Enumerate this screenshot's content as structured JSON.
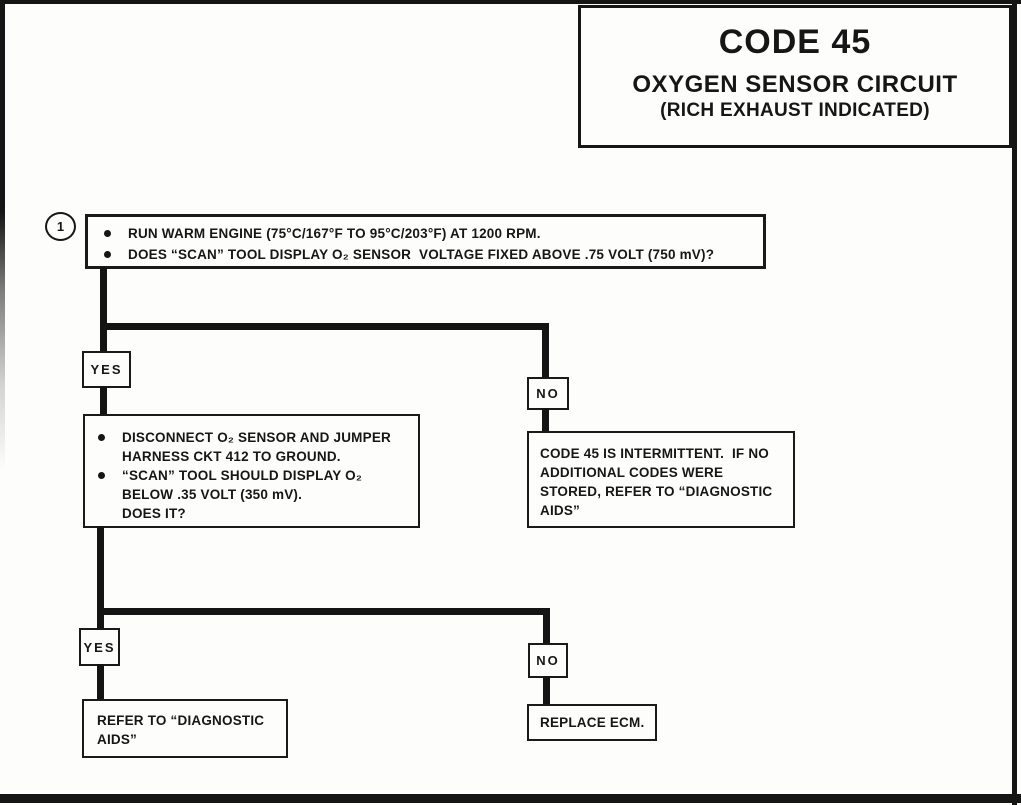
{
  "title_box": {
    "code": "CODE 45",
    "name": "OXYGEN SENSOR CIRCUIT",
    "condition": "(RICH EXHAUST INDICATED)"
  },
  "flow": {
    "step1_marker": "1",
    "step1": {
      "bullets": [
        "RUN WARM ENGINE (75°C/167°F TO 95°C/203°F) AT 1200 RPM.",
        "DOES “SCAN” TOOL DISPLAY O₂ SENSOR  VOLTAGE FIXED ABOVE .75 VOLT (750 mV)?"
      ]
    },
    "branch1": {
      "yes": "YES",
      "no": "NO"
    },
    "step2": {
      "bullets": [
        "DISCONNECT O₂ SENSOR AND JUMPER\nHARNESS CKT 412 TO GROUND.",
        "“SCAN” TOOL SHOULD DISPLAY O₂\nBELOW .35 VOLT (350 mV).\nDOES IT?"
      ]
    },
    "intermittent_result": "CODE 45 IS INTERMITTENT.  IF NO\nADDITIONAL CODES WERE\nSTORED, REFER TO “DIAGNOSTIC\nAIDS”",
    "branch2": {
      "yes": "YES",
      "no": "NO"
    },
    "refer_result": "REFER TO “DIAGNOSTIC\nAIDS”",
    "replace_result": "REPLACE ECM."
  }
}
